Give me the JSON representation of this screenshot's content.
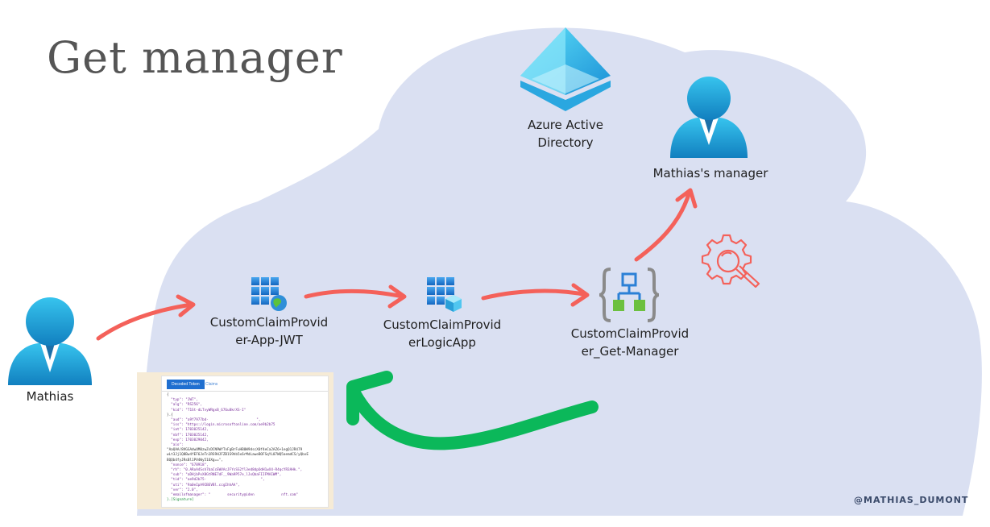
{
  "title": "Get manager",
  "nodes": {
    "aad": {
      "label": "Azure Active\nDirectory",
      "icon": "azure-active-directory-icon"
    },
    "manager": {
      "label": "Mathias's manager",
      "icon": "user-icon"
    },
    "mathias": {
      "label": "Mathias",
      "icon": "user-icon"
    },
    "app_jwt": {
      "label": "CustomClaimProvid\ner-App-JWT",
      "icon": "app-registration-globe-icon"
    },
    "logic_app": {
      "label": "CustomClaimProvid\nerLogicApp",
      "icon": "app-registration-cube-icon"
    },
    "get_manager": {
      "label": "CustomClaimProvid\ner_Get-Manager",
      "icon": "api-connection-icon"
    },
    "search_gear": {
      "icon": "gear-search-icon"
    }
  },
  "jwt_preview": {
    "tab_active": "Decoded Token",
    "tab_other": "Claims",
    "lines": [
      "{",
      "  \"typ\": \"JWT\",",
      "  \"alg\": \"RS256\",",
      "  \"kid\": \"T1St-dLTvyWRgxB_676u8krXS-I\"",
      "}.{",
      "  \"aud\": \"a9f7977bd-                       \",",
      "  \"iss\": \"https://login.microsoftonline.com/ae9b2b75",
      "  \"iat\": 1703025142,",
      "  \"nbf\": 1703025142,",
      "  \"exp\": 1703029042,",
      "  \"aio\":",
      "\"AaQAA/8VGGAdwUM0zwZsDCN9WYTnFgBrFuHB0W9dscX0f4eCa2AZ6+1egQ1JR479",
      "wLt3Jj1Q8Bw4fEF6JeTn1RS9HJFZB1S9hb5x6rMdLaweBOFSqYL07WQ5aemdCS/yQbxE",
      "BQQb4fyJRsBl1PV4Wy51OXg==\",",
      "  \"nonce\": \"678918\",",
      "  \"rh\": \"0.ARoA4Ssh7baCcEWVAcJFYsSS2fl3ed8dpOdH1wX4-R4qcYR3AHk.\",",
      "  \"sub\": \"aDHjbPxX8GtRNE7dF__9Wa9P57e_lJxQbaFIIFMAIWM\",",
      "  \"tid\": \"ae9d2b75-                          \",",
      "  \"uti\": \"9a0eIpA9IBEVBl.ccgIhhAA\",",
      "  \"ver\": \"2.0\",",
      "  \"emailofmanager\": \"        security@iden             nft.com\"",
      "}.[Signature]"
    ]
  },
  "watermark": "@MATHIAS_DUMONT",
  "colors": {
    "cloud": "#dae0f2",
    "arrow_red": "#f4615a",
    "arrow_green": "#0bb85a",
    "person_blue": "#1ea2d8",
    "gear_icon": "#f4615a"
  }
}
